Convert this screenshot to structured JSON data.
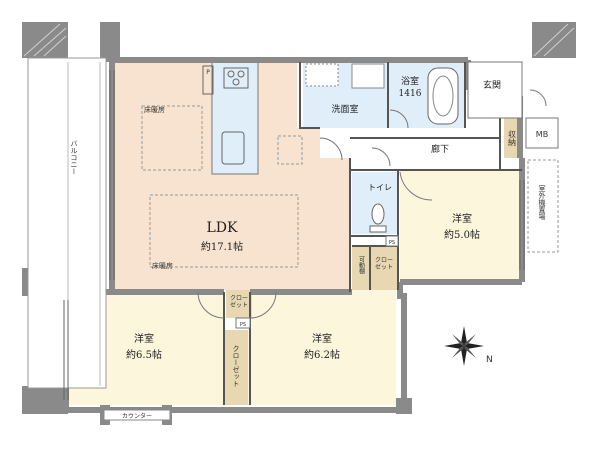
{
  "rooms": {
    "ldk": {
      "name": "LDK",
      "size": "約17.1帖"
    },
    "western_right": {
      "name": "洋室",
      "size": "約5.0帖"
    },
    "western_bottom_left": {
      "name": "洋室",
      "size": "約6.5帖"
    },
    "western_bottom_center": {
      "name": "洋室",
      "size": "約6.2帖"
    },
    "bath": {
      "name": "浴室",
      "size": "1416"
    },
    "washroom": {
      "name": "洗面室"
    },
    "entrance": {
      "name": "玄関"
    },
    "corridor": {
      "name": "廊下"
    },
    "toilet": {
      "name": "トイレ"
    },
    "balcony": {
      "name": "バルコニー"
    }
  },
  "labels": {
    "floor_heating_top": "床暖房",
    "floor_heating_bottom": "床暖房",
    "storage": "収納",
    "mb": "MB",
    "outdoor_unit": "室外機置場",
    "closet_a": "クロー\nゼット",
    "closet_b": "クロー\nゼット",
    "closet_c": "クローゼット",
    "movable_shelf": "可動棚",
    "counter": "カウンター",
    "ps1": "PS",
    "ps2": "PS",
    "p_mark": "P"
  },
  "compass": {
    "north_symbol": "N"
  },
  "colors": {
    "wall": "#8a8a8a",
    "ldk_floor": "#f7e3cf",
    "room_floor": "#fbf6dc",
    "wet_floor": "#dfeef8",
    "closet_floor": "#e7d8b2",
    "ink": "#333333"
  }
}
